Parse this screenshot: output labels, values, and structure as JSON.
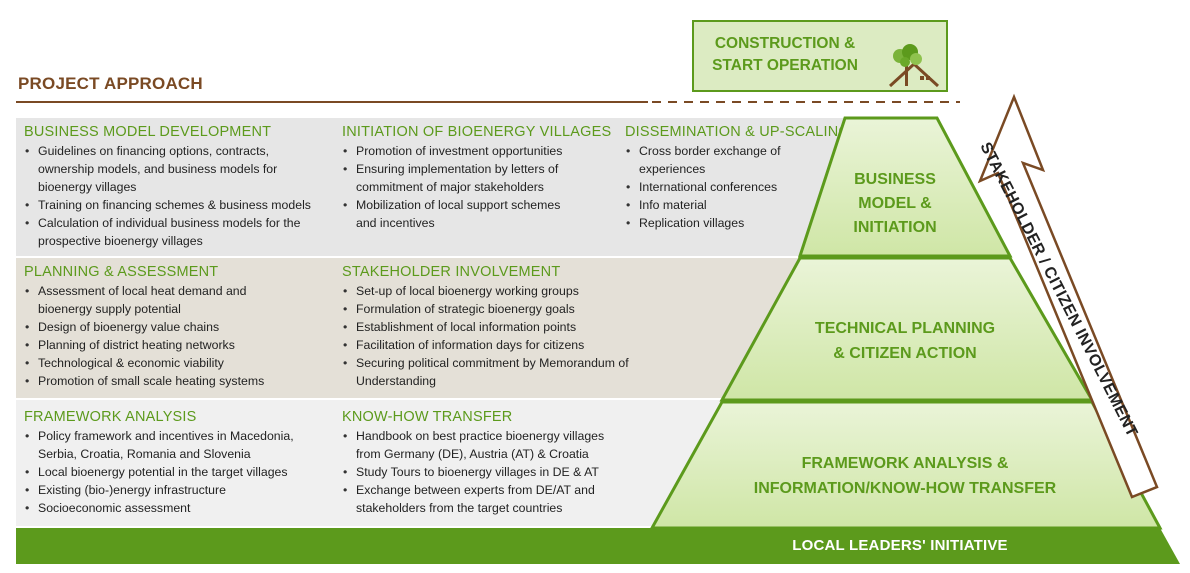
{
  "title": "PROJECT APPROACH",
  "top_box": {
    "label_line1": "CONSTRUCTION &",
    "label_line2": "START OPERATION"
  },
  "pyramid": {
    "top": {
      "line1": "BUSINESS",
      "line2": "MODEL &",
      "line3": "INITIATION"
    },
    "middle": {
      "line1": "TECHNICAL PLANNING",
      "line2": "& CITIZEN ACTION"
    },
    "bottom": {
      "line1": "FRAMEWORK ANALYSIS &",
      "line2": "INFORMATION/KNOW-HOW TRANSFER"
    }
  },
  "arrow_label": "STAKEHOLDER / CITIZEN INVOLVEMENT",
  "base_label": "LOCAL LEADERS' INITIATIVE",
  "rows": [
    {
      "columns": [
        {
          "heading": "BUSINESS MODEL DEVELOPMENT",
          "items": [
            "Guidelines on financing options, contracts,",
            "ownership models, and business models for",
            "bioenergy villages",
            "Training on financing schemes & business models",
            "Calculation of individual business models for the",
            "prospective bioenergy villages"
          ]
        },
        {
          "heading": "INITIATION OF BIOENERGY VILLAGES",
          "items": [
            "Promotion of investment opportunities",
            "Ensuring implementation by letters of",
            "commitment of major stakeholders",
            "Mobilization of local support schemes",
            "and incentives"
          ]
        },
        {
          "heading": "DISSEMINATION & UP-SCALING",
          "items": [
            "Cross border exchange of",
            "experiences",
            "International conferences",
            "Info material",
            "Replication villages"
          ]
        }
      ]
    },
    {
      "columns": [
        {
          "heading": "PLANNING & ASSESSMENT",
          "items": [
            "Assessment of local heat demand and",
            "bioenergy supply potential",
            "Design of bioenergy value chains",
            "Planning of district heating networks",
            "Technological & economic viability",
            "Promotion of small scale heating systems"
          ]
        },
        {
          "heading": "STAKEHOLDER INVOLVEMENT",
          "items": [
            "Set-up of local bioenergy working groups",
            "Formulation of strategic bioenergy goals",
            "Establishment of local information points",
            "Facilitation of information days for citizens",
            "Securing political commitment by Memorandum of",
            "Understanding"
          ]
        }
      ]
    },
    {
      "columns": [
        {
          "heading": "FRAMEWORK ANALYSIS",
          "items": [
            "Policy framework and incentives in Macedonia,",
            "Serbia, Croatia, Romania and Slovenia",
            "Local bioenergy potential in the target villages",
            "Existing (bio-)energy infrastructure",
            "Socioeconomic assessment"
          ]
        },
        {
          "heading": "KNOW-HOW TRANSFER",
          "items": [
            "Handbook on best practice bioenergy villages",
            "from Germany (DE), Austria (AT) & Croatia",
            "Study Tours to bioenergy villages in DE & AT",
            "Exchange between experts from DE/AT and",
            "stakeholders from the target countries"
          ]
        }
      ]
    }
  ],
  "colors": {
    "green": "#5c9a1c",
    "brown": "#7a4a24",
    "light_green": "#dcebc2"
  }
}
